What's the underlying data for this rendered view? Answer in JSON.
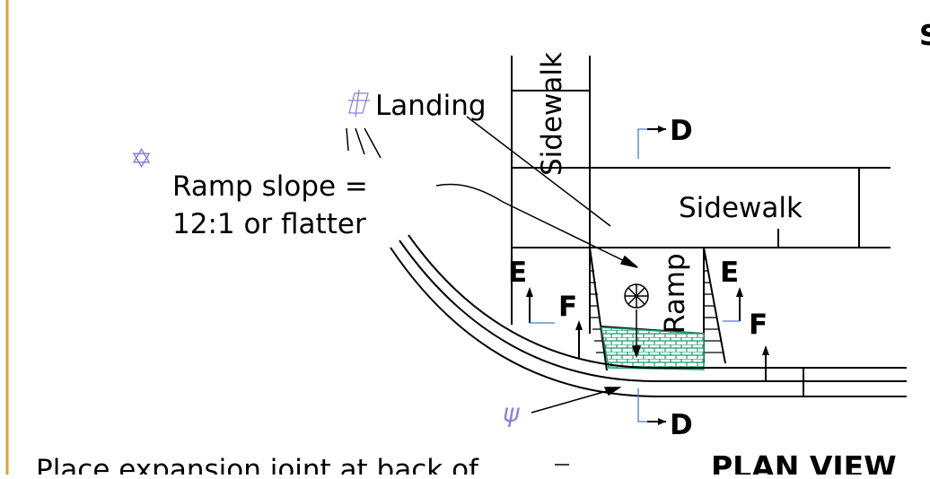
{
  "labels": {
    "landing": "Landing",
    "sidewalk_vertical": "Sidewalk",
    "sidewalk_horizontal": "Sidewalk",
    "ramp": "Ramp",
    "ramp_slope_line1": "Ramp slope =",
    "ramp_slope_line2": "12:1 or flatter",
    "bottom_note": "Place expansion joint at back of",
    "plan_view": "PLAN VIEW",
    "partial_right": "S"
  },
  "sections": {
    "d_top": "D",
    "d_bottom": "D",
    "e_left": "E",
    "e_right": "E",
    "f_left": "F",
    "f_right": "F"
  },
  "symbols": {
    "star": "✡",
    "psi": "ψ"
  },
  "colors": {
    "frame_border": "#d9a431",
    "linework": "#000000",
    "section_tick": "#3f7fd0",
    "symbol_purple": "#8f7fe0",
    "detectable_pattern": "#1f9a6a"
  }
}
